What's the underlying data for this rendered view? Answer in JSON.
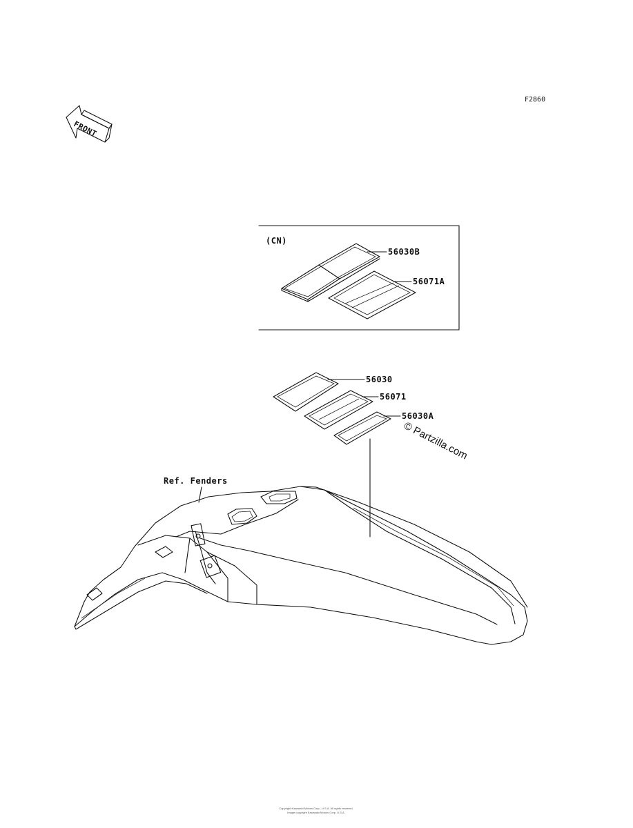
{
  "diagram": {
    "figure_code": "F2860",
    "front_label": "FRONT",
    "inset": {
      "region": "(CN)",
      "parts": [
        "56030B",
        "56071A"
      ]
    },
    "parts": [
      "56030",
      "56071",
      "56030A"
    ],
    "reference": "Ref. Fenders",
    "watermark": "© Partzilla.com",
    "footer_lines": [
      "Copyright Kawasaki Motors Corp., U.S.A. All rights reserved.",
      "Image copyright Kawasaki Motors Corp. U.S.A."
    ]
  }
}
